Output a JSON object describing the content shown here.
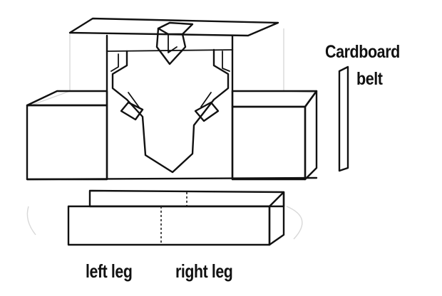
{
  "labels": {
    "cardboard_belt_line1": "Cardboard",
    "cardboard_belt_line2": "belt",
    "left_leg": "left leg",
    "right_leg": "right leg"
  },
  "colors": {
    "ink": "#111111",
    "background": "#ffffff"
  }
}
